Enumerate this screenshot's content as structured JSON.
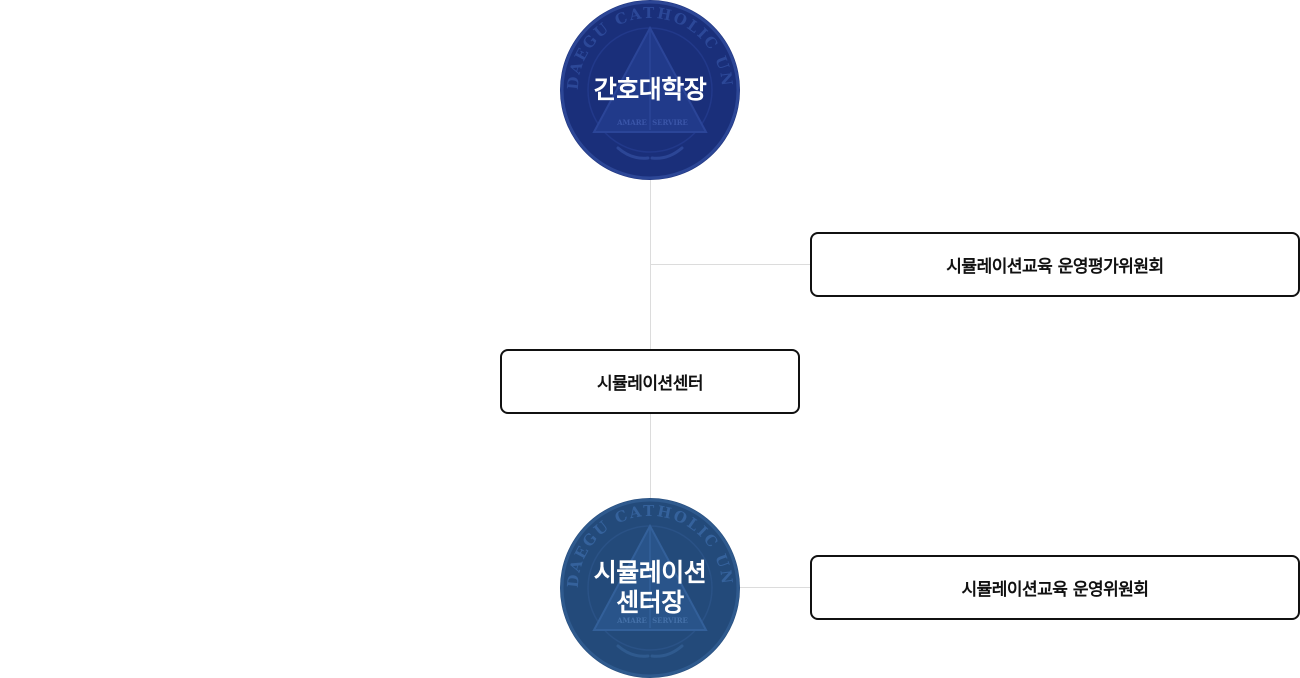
{
  "colors": {
    "dean_circle": "#1a2f7a",
    "director_circle": "#234a7a",
    "connector": "#dcdcdc",
    "box_border": "#111111"
  },
  "nodes": {
    "dean": {
      "label": "간호대학장"
    },
    "center": {
      "label": "시뮬레이션센터"
    },
    "eval_committee": {
      "label": "시뮬레이션교육 운영평가위원회"
    },
    "director": {
      "label_line1": "시뮬레이션",
      "label_line2": "센터장"
    },
    "ops_committee": {
      "label": "시뮬레이션교육 운영위원회"
    }
  },
  "seal": {
    "ring_text": "DAEGU CATHOLIC UNIVERSITY",
    "motto_left": "AMARE",
    "motto_right": "SERVIRE"
  }
}
